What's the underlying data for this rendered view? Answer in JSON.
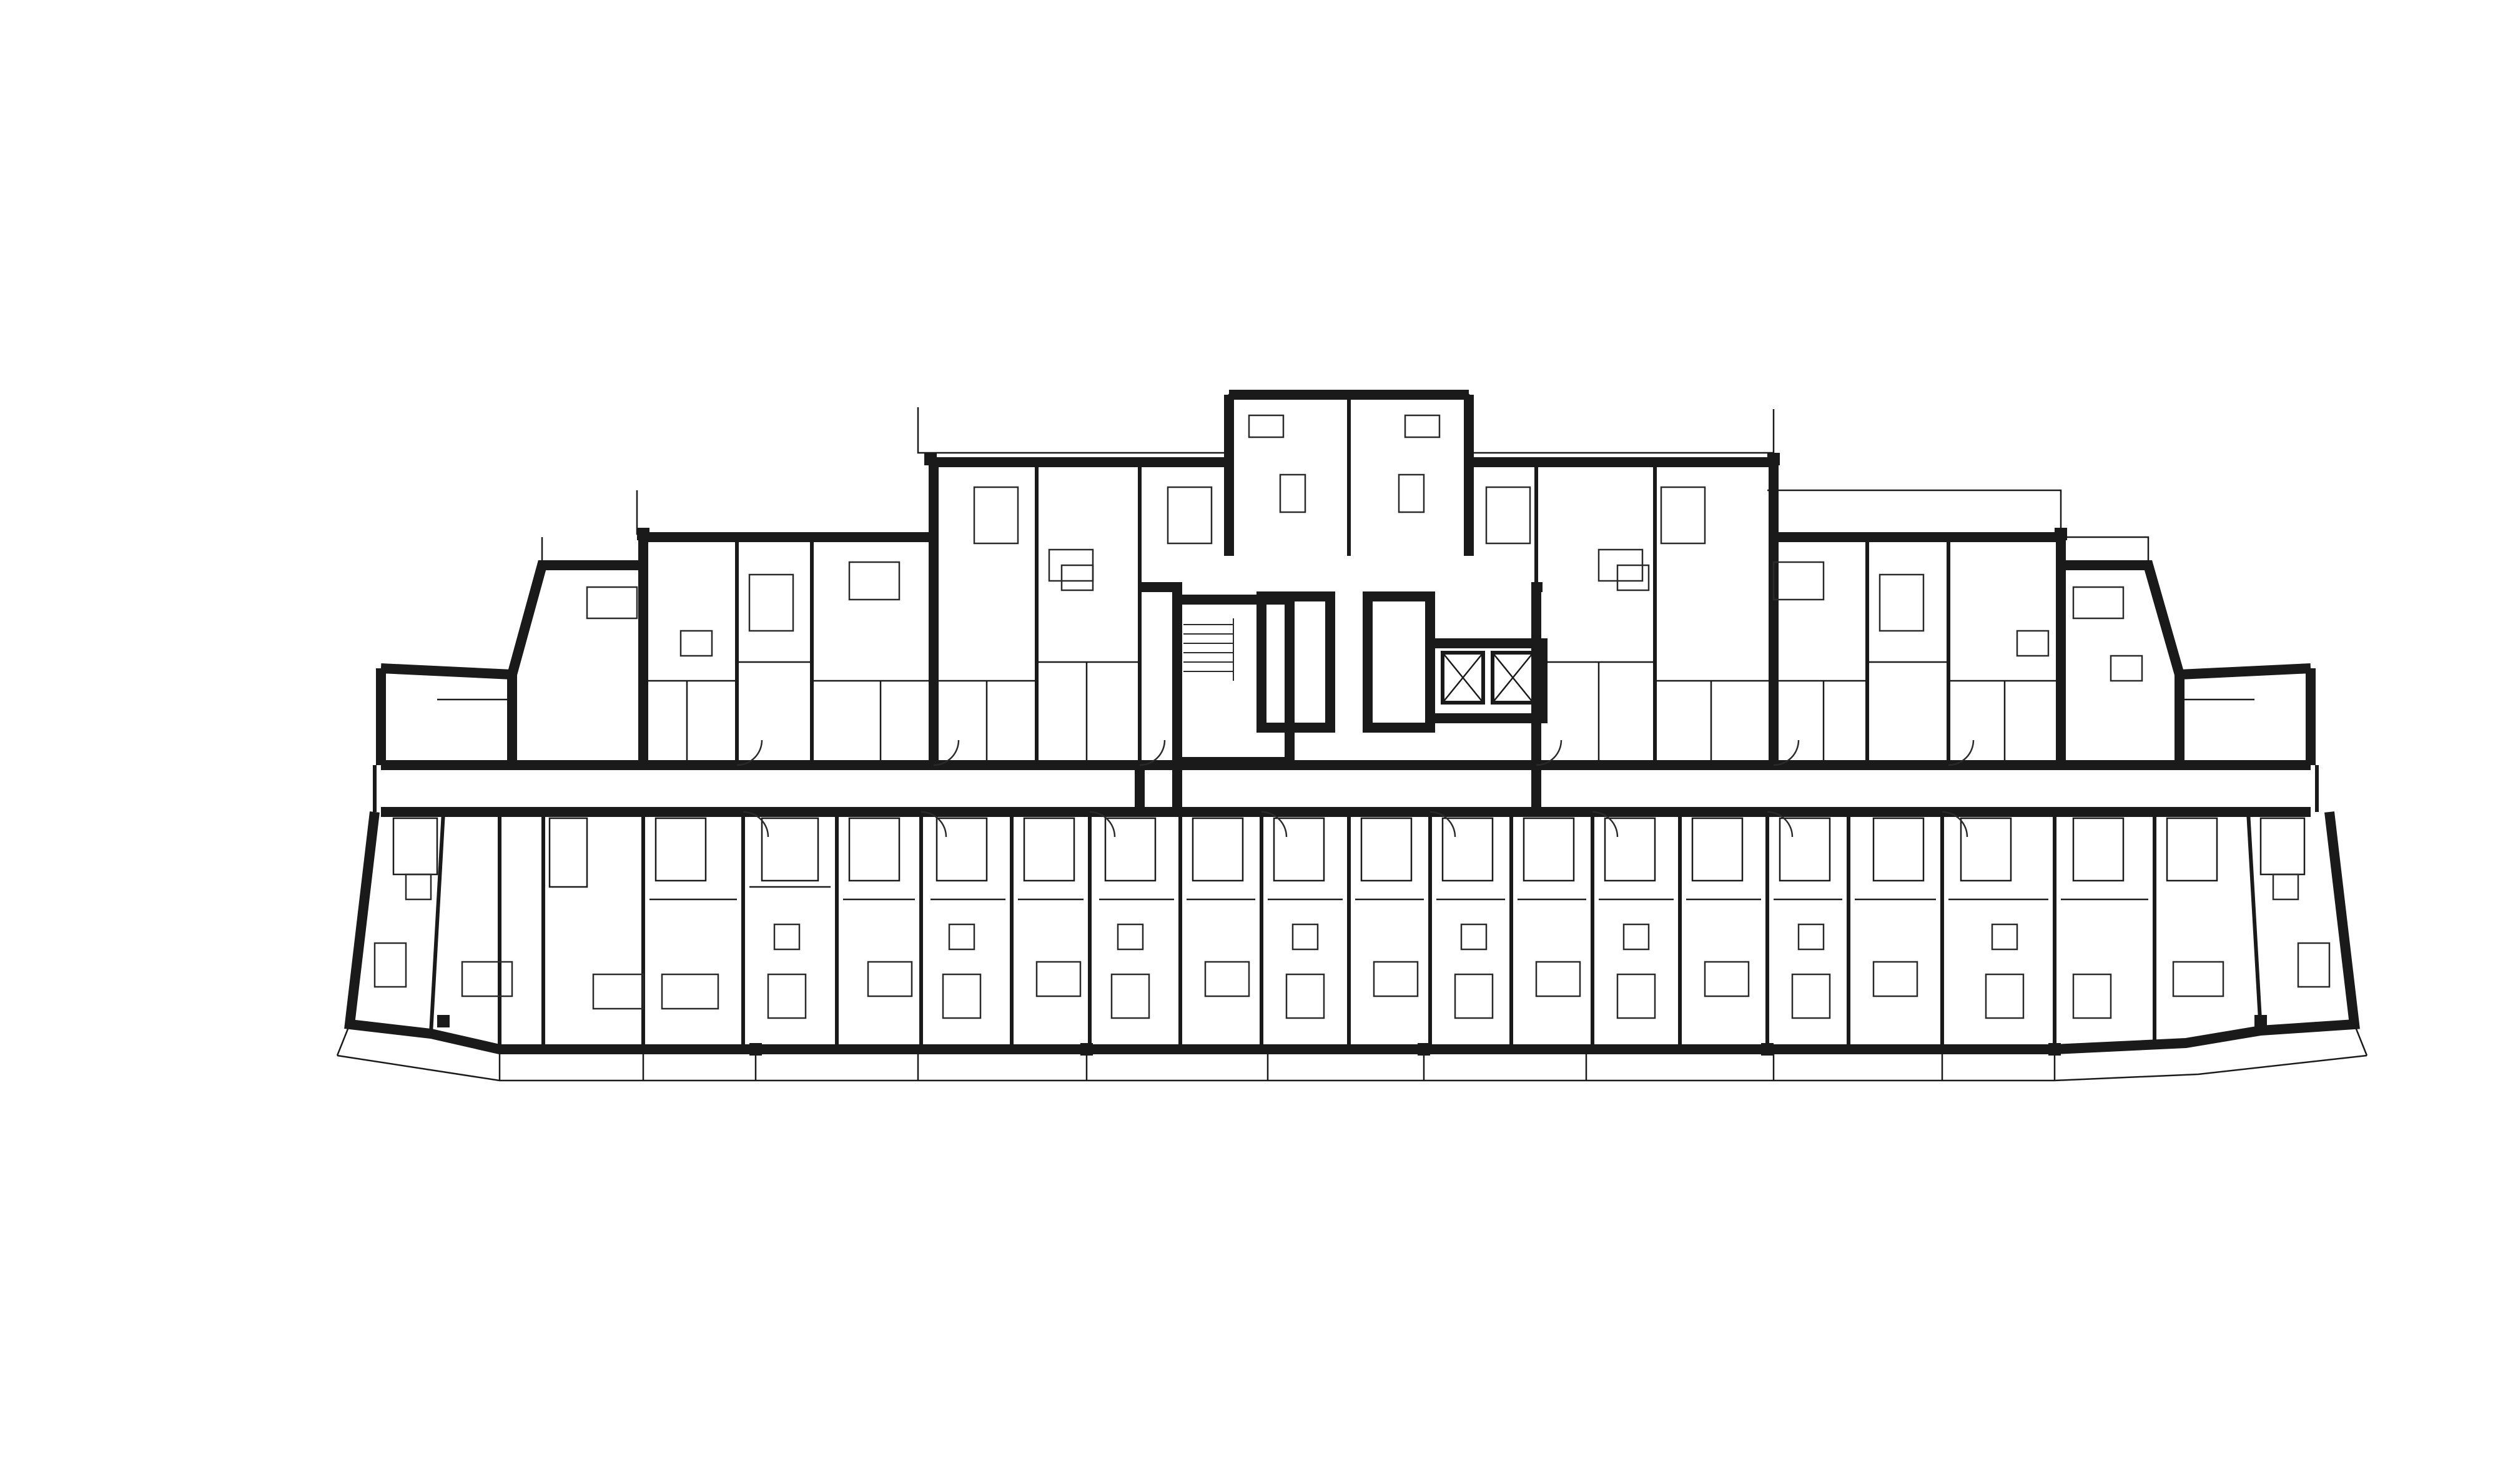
{
  "drawing": {
    "type": "architectural floor plan",
    "colors": {
      "background": "#ffffff",
      "line": "#1a1a1a"
    },
    "north_wing": {
      "units": [
        "unit-n1",
        "unit-n2",
        "unit-n3",
        "unit-n4",
        "unit-n5",
        "unit-n6",
        "unit-n7",
        "unit-n8",
        "unit-n9",
        "unit-n10",
        "unit-n11",
        "unit-n12",
        "unit-n13",
        "unit-n14",
        "unit-n15",
        "unit-n16"
      ]
    },
    "south_wing": {
      "units": [
        "unit-s1",
        "unit-s2",
        "unit-s3",
        "unit-s4",
        "unit-s5",
        "unit-s6",
        "unit-s7",
        "unit-s8",
        "unit-s9",
        "unit-s10",
        "unit-s11",
        "unit-s12",
        "unit-s13",
        "unit-s14",
        "unit-s15",
        "unit-s16",
        "unit-s17",
        "unit-s18",
        "unit-s19",
        "unit-s20",
        "unit-s21",
        "unit-s22"
      ]
    },
    "core": {
      "elements": [
        "stair-core",
        "elevator-core",
        "central-corridor"
      ]
    }
  }
}
